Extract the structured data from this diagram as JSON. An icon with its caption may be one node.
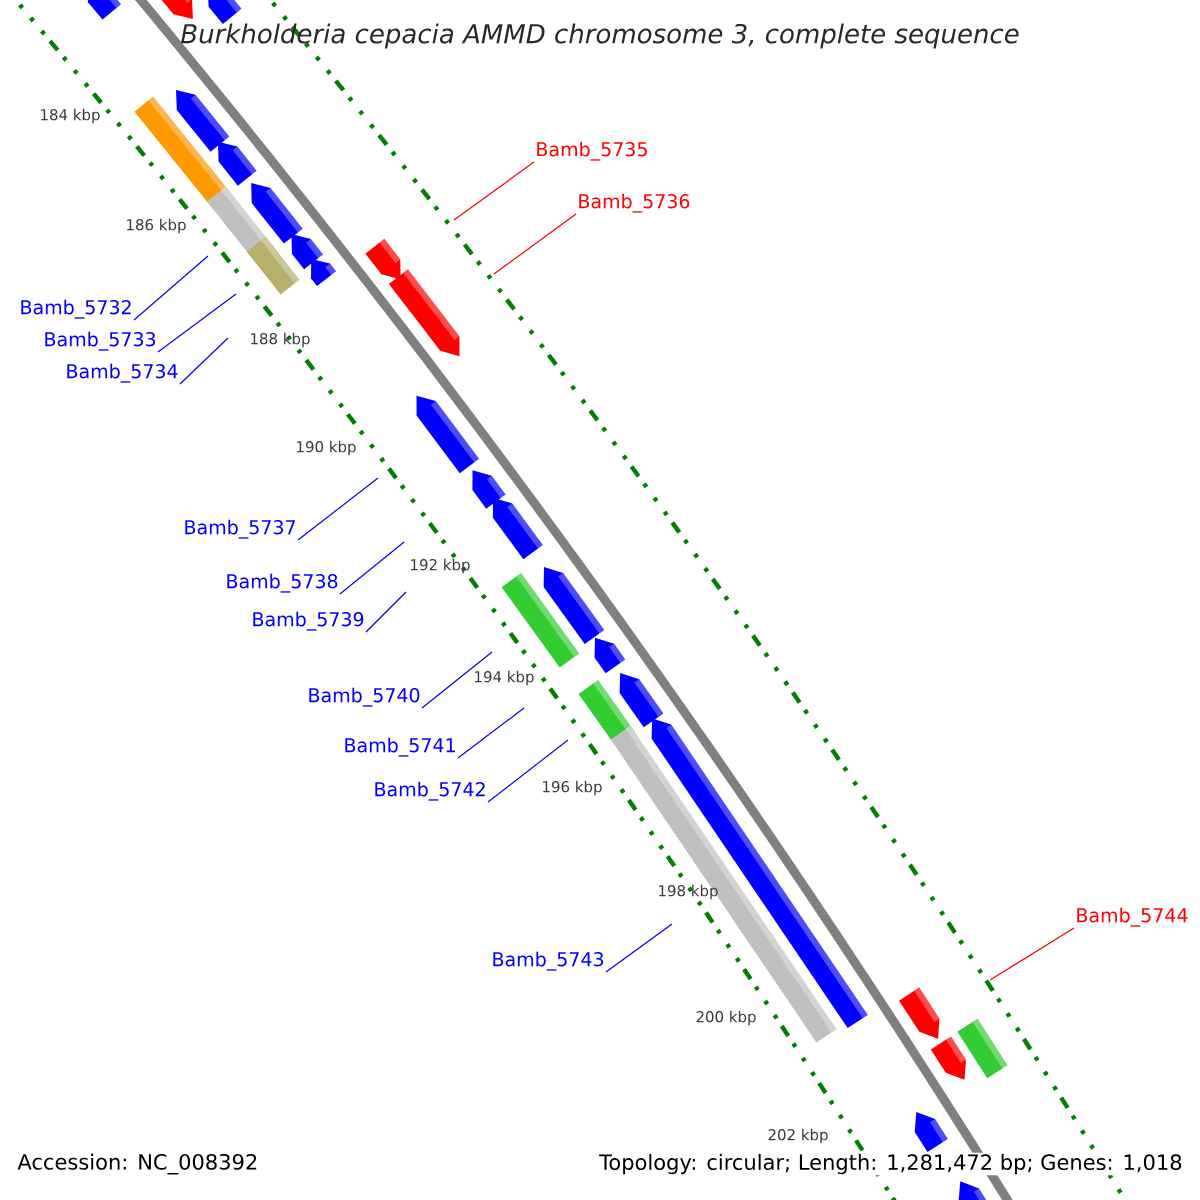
{
  "diagram": {
    "title": "Burkholderia cepacia AMMD chromosome 3, complete sequence",
    "nodes": [
      {
        "text": [
          "Bamb_5732"
        ]
      },
      {
        "text": [
          "Bamb_5733"
        ]
      },
      {
        "text": [
          "Bamb_5734"
        ]
      },
      {
        "text": [
          "Bamb_5735"
        ]
      },
      {
        "text": [
          "Bamb_5736"
        ]
      },
      {
        "text": [
          "Bamb_5737"
        ]
      },
      {
        "text": [
          "Bamb_5738"
        ]
      },
      {
        "text": [
          "Bamb_5739"
        ]
      },
      {
        "text": [
          "Bamb_5740"
        ]
      },
      {
        "text": [
          "Bamb_5741"
        ]
      },
      {
        "text": [
          "Bamb_5742"
        ]
      },
      {
        "text": [
          "Bamb_5743"
        ]
      },
      {
        "text": [
          "Bamb_5744"
        ]
      }
    ],
    "edges": [
      {
        "from": 0,
        "to": null,
        "arrow": "none"
      },
      {
        "from": 1,
        "to": null,
        "arrow": "none"
      },
      {
        "from": 2,
        "to": null,
        "arrow": "none"
      },
      {
        "from": 3,
        "to": null,
        "arrow": "none",
        "color": "#ff0000"
      },
      {
        "from": 4,
        "to": null,
        "arrow": "none",
        "color": "#ff0000"
      },
      {
        "from": 5,
        "to": null,
        "arrow": "none"
      },
      {
        "from": 6,
        "to": null,
        "arrow": "none"
      },
      {
        "from": 7,
        "to": null,
        "arrow": "none"
      },
      {
        "from": 8,
        "to": null,
        "arrow": "none"
      },
      {
        "from": 9,
        "to": null,
        "arrow": "none"
      },
      {
        "from": 10,
        "to": null,
        "arrow": "none"
      },
      {
        "from": 11,
        "to": null,
        "arrow": "none"
      },
      {
        "from": 12,
        "to": null,
        "arrow": "none",
        "color": "#ff0000"
      }
    ],
    "labels": [
      "184 kbp",
      "186 kbp",
      "188 kbp",
      "190 kbp",
      "192 kbp",
      "194 kbp",
      "196 kbp",
      "198 kbp",
      "200 kbp",
      "202 kbp",
      "Accession: NC_008392",
      "Topology: circular; Length: 1,281,472 bp; Genes: 1,018"
    ]
  }
}
